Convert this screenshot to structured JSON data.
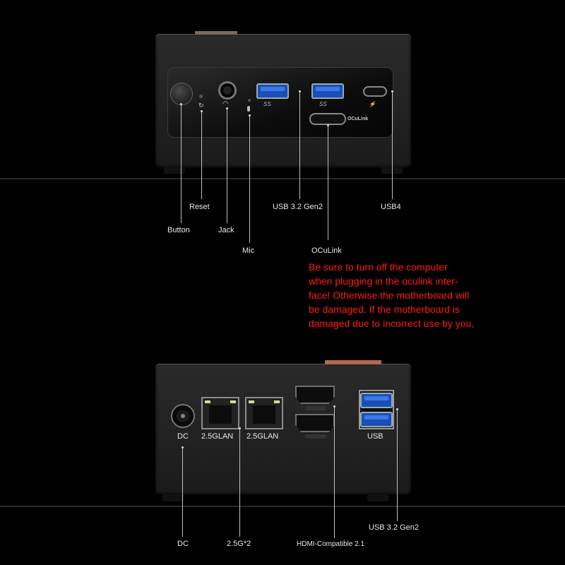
{
  "top": {
    "labels": {
      "button": "Button",
      "reset": "Reset",
      "jack": "Jack",
      "mic": "Mic",
      "usb32": "USB 3.2 Gen2",
      "usb4": "USB4",
      "oculink": "OCuLink"
    },
    "port_print": {
      "ss": "SS",
      "oculink": "OCuLink"
    }
  },
  "warning": {
    "lines": [
      "Be sure to turn off the computer",
      "when plugging in the oculink inter-",
      "face! Otherwise the motherboard will",
      "be damaged. If the motherboard is",
      "damaged due to incorrect use by you,"
    ],
    "color": "#ff1a1a"
  },
  "bottom": {
    "port_labels": {
      "dc": "DC",
      "lan1": "2.5GLAN",
      "lan2": "2.5GLAN",
      "usb": "USB"
    },
    "callouts": {
      "dc": "DC",
      "lan": "2.5G*2",
      "hdmi": "HDMI-Compatible 2.1",
      "usb32": "USB 3.2 Gen2"
    }
  },
  "colors": {
    "background": "#000000",
    "usb_blue": "#1a4fb8",
    "label": "#e8e8e8"
  }
}
